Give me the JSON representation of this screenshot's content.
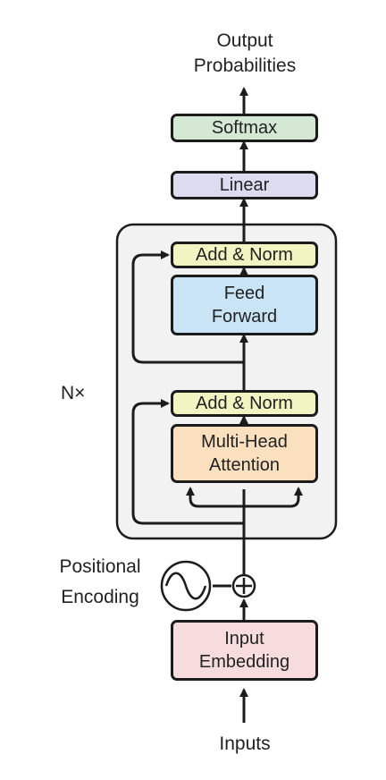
{
  "title": {
    "line1": "Output",
    "line2": "Probabilities"
  },
  "blocks": {
    "softmax": {
      "label": "Softmax",
      "color": "#d5e8d4"
    },
    "linear": {
      "label": "Linear",
      "color": "#dcdcf0"
    },
    "add_norm_top": {
      "label": "Add & Norm",
      "color": "#f2f4c2"
    },
    "feed_forward": {
      "line1": "Feed",
      "line2": "Forward",
      "color": "#c9e4f5"
    },
    "add_norm_bottom": {
      "label": "Add & Norm",
      "color": "#f2f4c2"
    },
    "attention": {
      "line1": "Multi-Head",
      "line2": "Attention",
      "color": "#fbe0c0"
    },
    "input_embedding": {
      "line1": "Input",
      "line2": "Embedding",
      "color": "#f6dcdc"
    }
  },
  "stack": {
    "repeat_label": "N×",
    "background": "#f2f2f2"
  },
  "positional_encoding": {
    "line1": "Positional",
    "line2": "Encoding"
  },
  "inputs_label": "Inputs"
}
